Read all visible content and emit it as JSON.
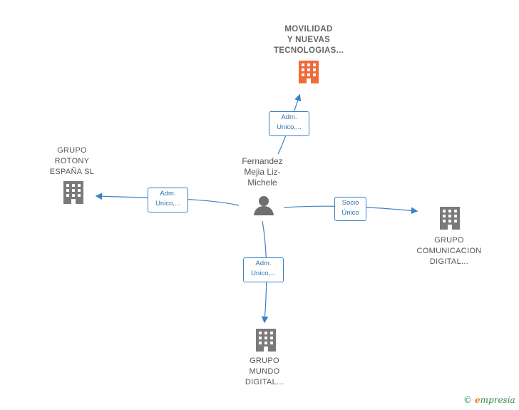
{
  "center": {
    "name": "Fernandez\nMejia Liz-\nMichele"
  },
  "companies": {
    "top": {
      "name": "MOVILIDAD\nY NUEVAS\nTECNOLOGIAS...",
      "highlight": true
    },
    "left": {
      "name": "GRUPO\nROTONY\nESPAÑA  SL"
    },
    "right": {
      "name": "GRUPO\nCOMUNICACION\nDIGITAL..."
    },
    "bottom": {
      "name": "GRUPO\nMUNDO\nDIGITAL..."
    }
  },
  "relations": {
    "top": "Adm.\nUnico,...",
    "left": "Adm.\nUnico,...",
    "right": "Socio\nÚnico",
    "bottom": "Adm.\nUnico,..."
  },
  "footer": {
    "copyright": "©",
    "brand_first": "e",
    "brand_rest": "mpresia"
  },
  "colors": {
    "edge": "#3b82c4",
    "building": "#7a7a7a",
    "building_highlight": "#f26a3a",
    "person": "#6e6e6e"
  }
}
